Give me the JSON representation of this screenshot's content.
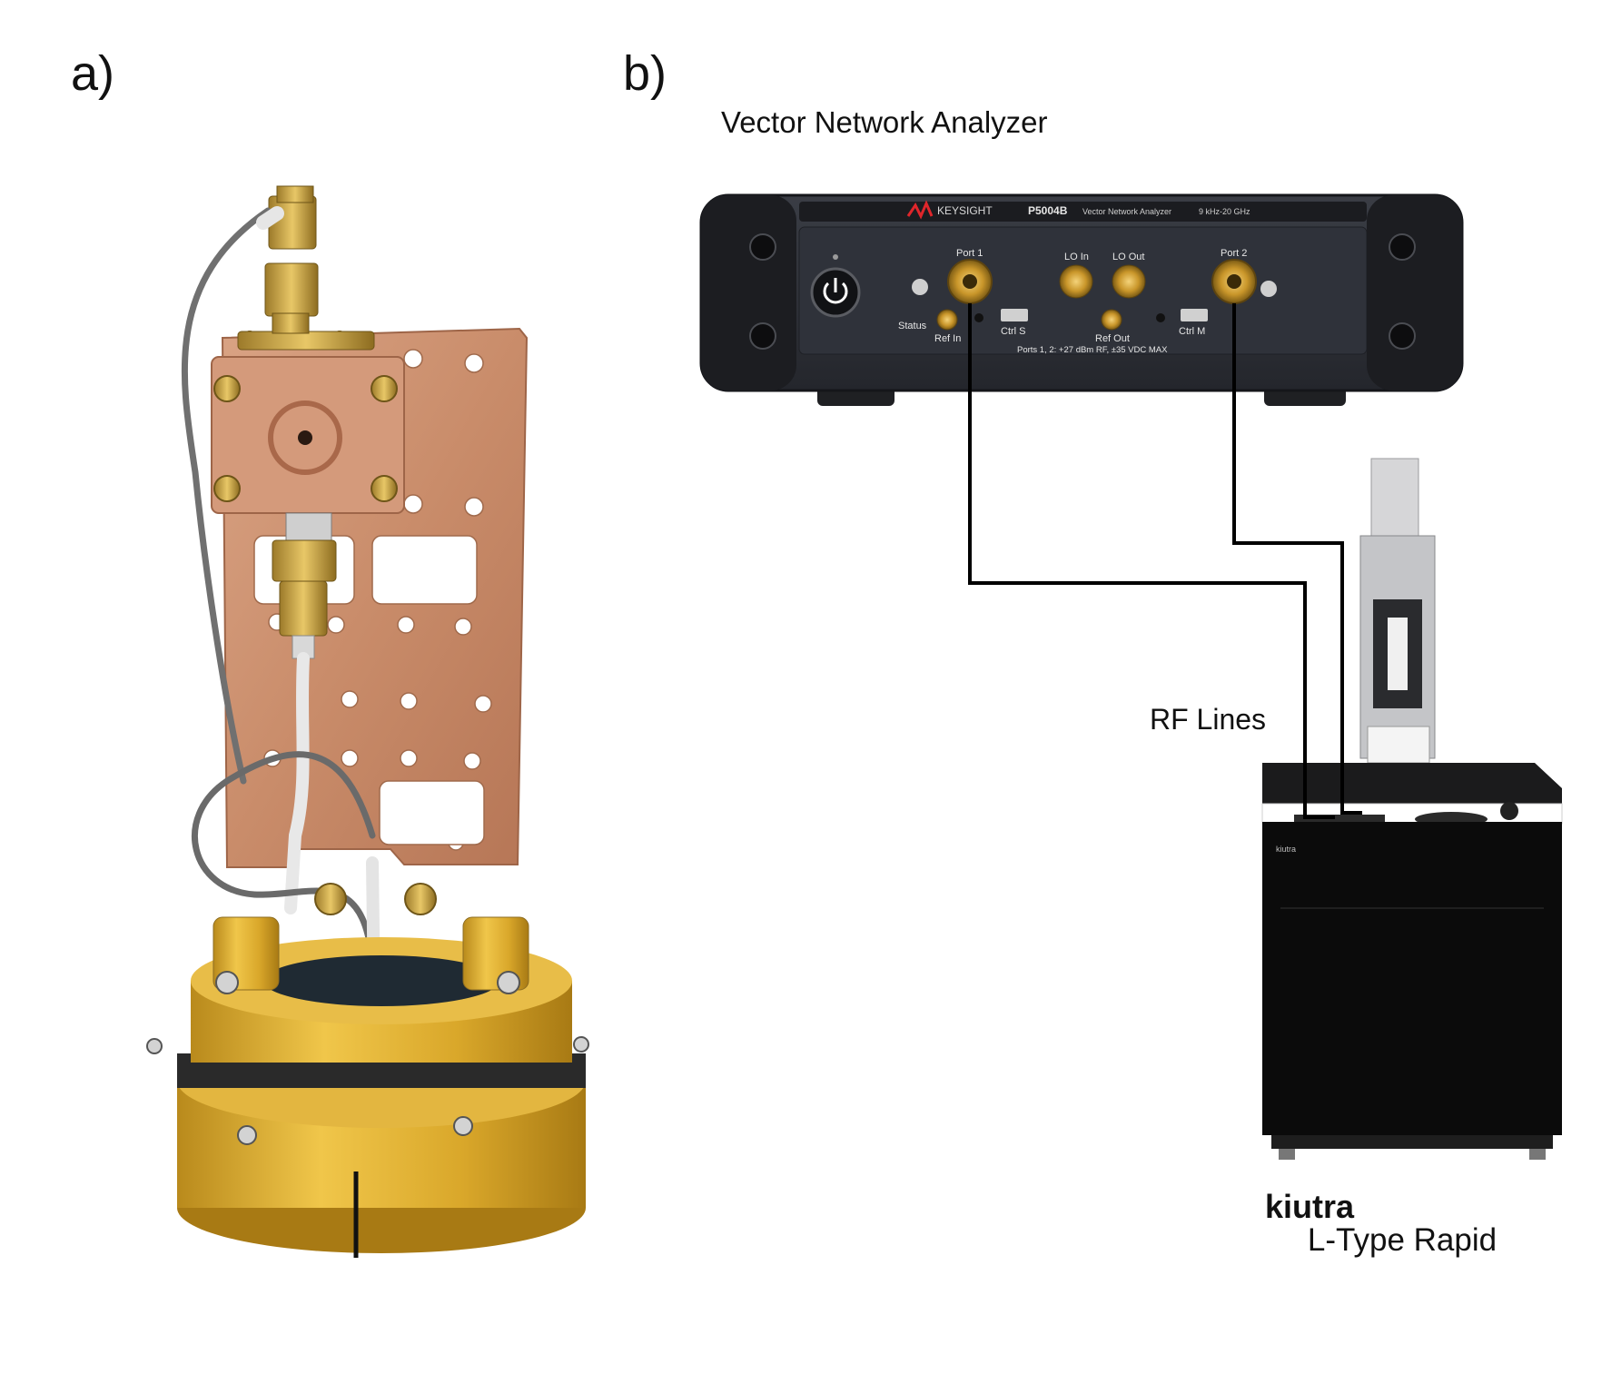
{
  "panels": {
    "a": "a)",
    "b": "b)"
  },
  "captions": {
    "vna": "Vector Network Analyzer",
    "rf_lines": "RF Lines",
    "cryostat_brand": "kiutra",
    "cryostat_model": "L-Type Rapid"
  },
  "vna_panel": {
    "brand": "KEYSIGHT",
    "model": "P5004B",
    "description": "Vector Network Analyzer",
    "range": "9 kHz-20 GHz",
    "port1": "Port 1",
    "port2": "Port 2",
    "lo_in": "LO In",
    "lo_out": "LO Out",
    "status": "Status",
    "ref_in": "Ref In",
    "ctrl_s": "Ctrl S",
    "ref_out": "Ref Out",
    "ctrl_m": "Ctrl M",
    "warning": "Ports 1, 2: +27 dBm RF, ±35 VDC MAX"
  },
  "cryostat": {
    "side_label": "kiutra"
  },
  "colors": {
    "copper": "#c98c6a",
    "gold": "#d9a72a",
    "vna_body": "#2c2f36",
    "cable": "#000000",
    "cryostat_body": "#0b0b0b"
  }
}
